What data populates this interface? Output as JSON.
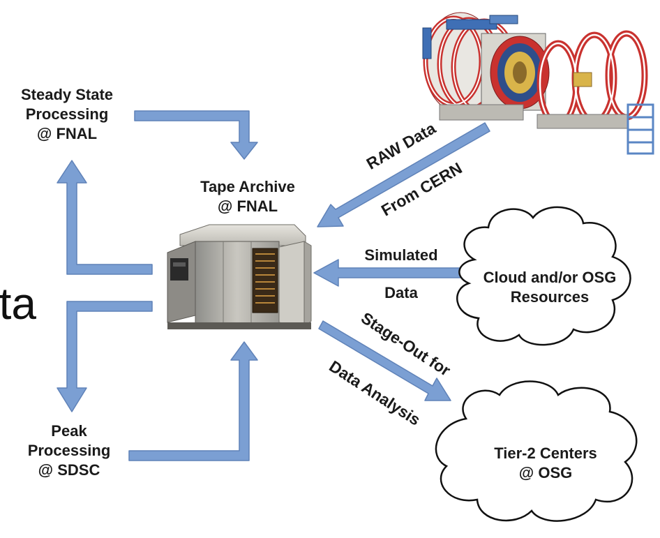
{
  "nodes": {
    "steady_state": [
      "Steady State",
      "Processing",
      "@ FNAL"
    ],
    "tape_archive": [
      "Tape Archive",
      "@ FNAL"
    ],
    "peak": [
      "Peak",
      "Processing",
      "@ SDSC"
    ],
    "cloud_osg": [
      "Cloud and/or OSG",
      "Resources"
    ],
    "tier2": [
      "Tier-2 Centers",
      "@ OSG"
    ]
  },
  "edges": {
    "raw_data_top": "RAW Data",
    "raw_data_bottom": "From CERN",
    "simulated_top": "Simulated",
    "simulated_bottom": "Data",
    "stage_out_top": "Stage-Out for",
    "stage_out_bottom": "Data Analysis"
  },
  "left_fragment": "ta",
  "colors": {
    "arrow": "#7b9fd3",
    "arrow_outline": "#5f82b8",
    "text": "#1a1a1a",
    "detector_red": "#c9322f"
  },
  "images": {
    "detector": "cms-detector-illustration",
    "tape_library": "tape-library-machine"
  }
}
